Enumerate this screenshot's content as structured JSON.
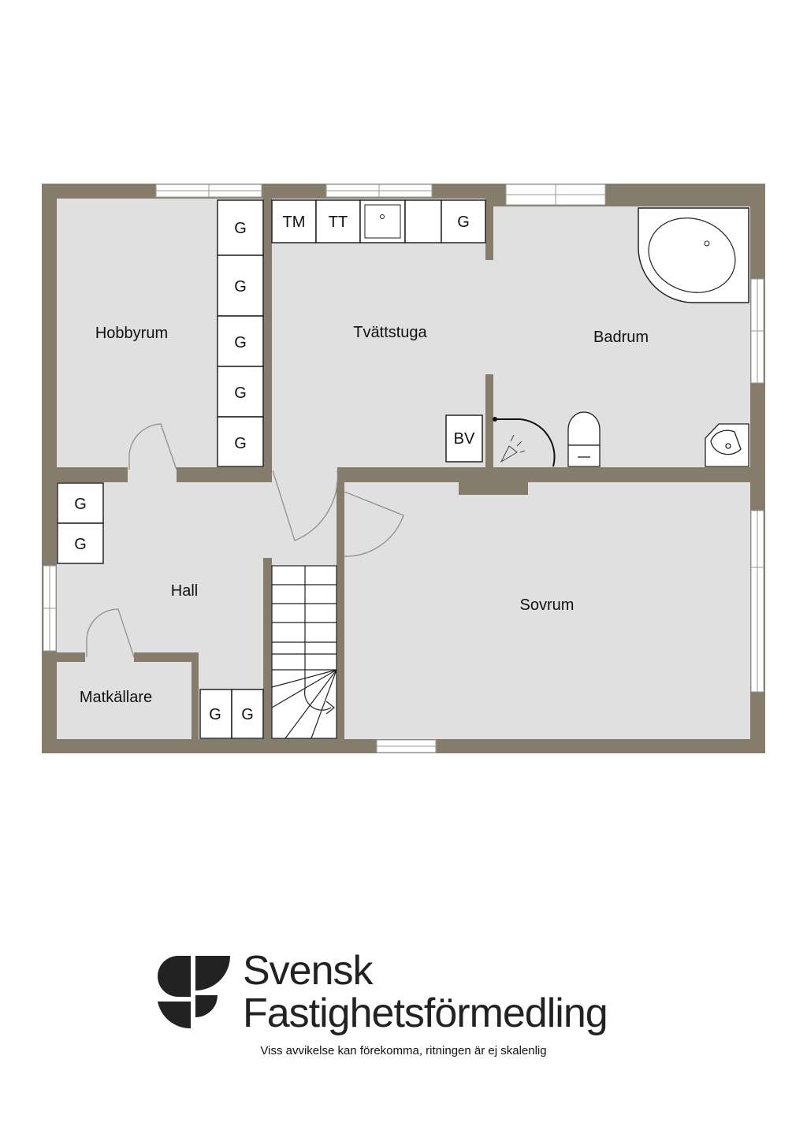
{
  "rooms": {
    "hobbyrum": "Hobbyrum",
    "tvattstuga": "Tvättstuga",
    "badrum": "Badrum",
    "hall": "Hall",
    "sovrum": "Sovrum",
    "matkallare": "Matkällare"
  },
  "fixtures": {
    "wardrobe": "G",
    "washing_machine": "TM",
    "tumble_dryer": "TT",
    "boiler": "BV"
  },
  "colors": {
    "wall": "#857c6c",
    "floor": "#e0e0e0",
    "brand": "#222222"
  },
  "brand": {
    "line1": "Svensk",
    "line2": "Fastighetsförmedling"
  },
  "disclaimer": "Viss avvikelse kan förekomma, ritningen är ej skalenlig"
}
